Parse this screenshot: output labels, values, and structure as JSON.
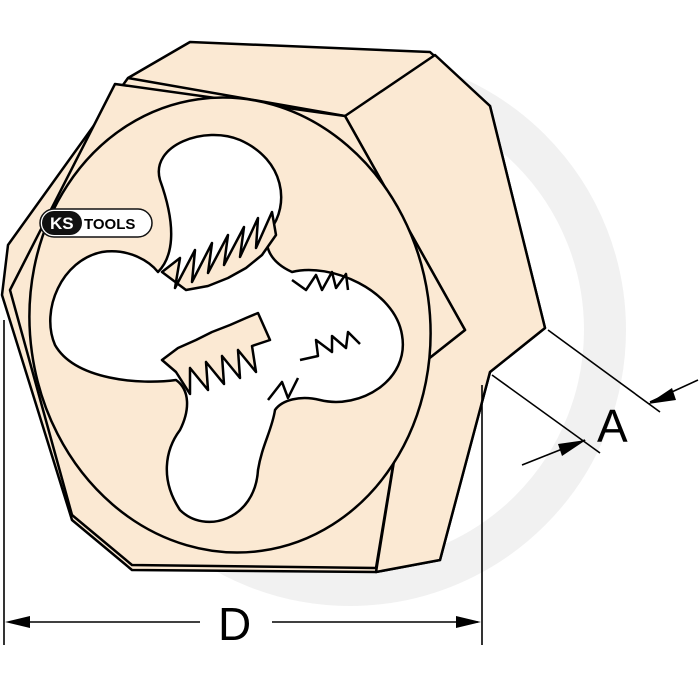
{
  "logo": {
    "brand_left": "KS",
    "brand_right": "TOOLS",
    "colors": {
      "badge": "#111111",
      "text_on_badge": "#ffffff"
    }
  },
  "dimensions": {
    "across_flats_label": "D",
    "thickness_label": "A"
  },
  "colors": {
    "die_fill": "#fbe9d3",
    "stroke": "#000000",
    "watermark": "#f1f1f1"
  }
}
